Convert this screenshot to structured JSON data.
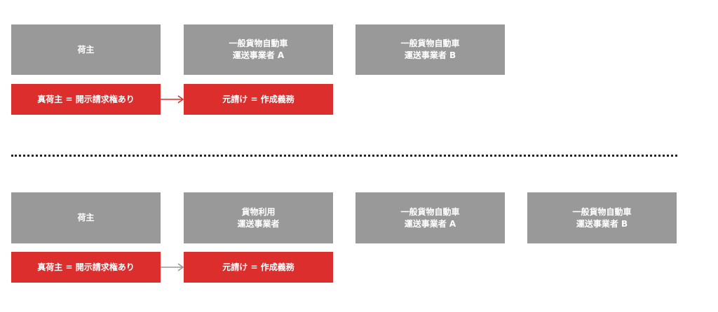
{
  "colors": {
    "box_gray": "#999999",
    "box_red": "#dd2e2e",
    "arrow_red": "#dd2e2e",
    "arrow_gray": "#999999",
    "divider": "#222222"
  },
  "top": {
    "shipper": "荷主",
    "carrier_a": [
      "一般貨物自動車",
      "運送事業者 A"
    ],
    "carrier_b": [
      "一般貨物自動車",
      "運送事業者 B"
    ],
    "true_shipper": "真荷主 = 開示請求権あり",
    "prime": "元請け = 作成義務"
  },
  "bottom": {
    "shipper": "荷主",
    "freight_user": [
      "貨物利用",
      "運送事業者"
    ],
    "carrier_a": [
      "一般貨物自動車",
      "運送事業者 A"
    ],
    "carrier_b": [
      "一般貨物自動車",
      "運送事業者 B"
    ],
    "true_shipper": "真荷主 = 開示請求権あり",
    "prime": "元請け = 作成義務"
  }
}
